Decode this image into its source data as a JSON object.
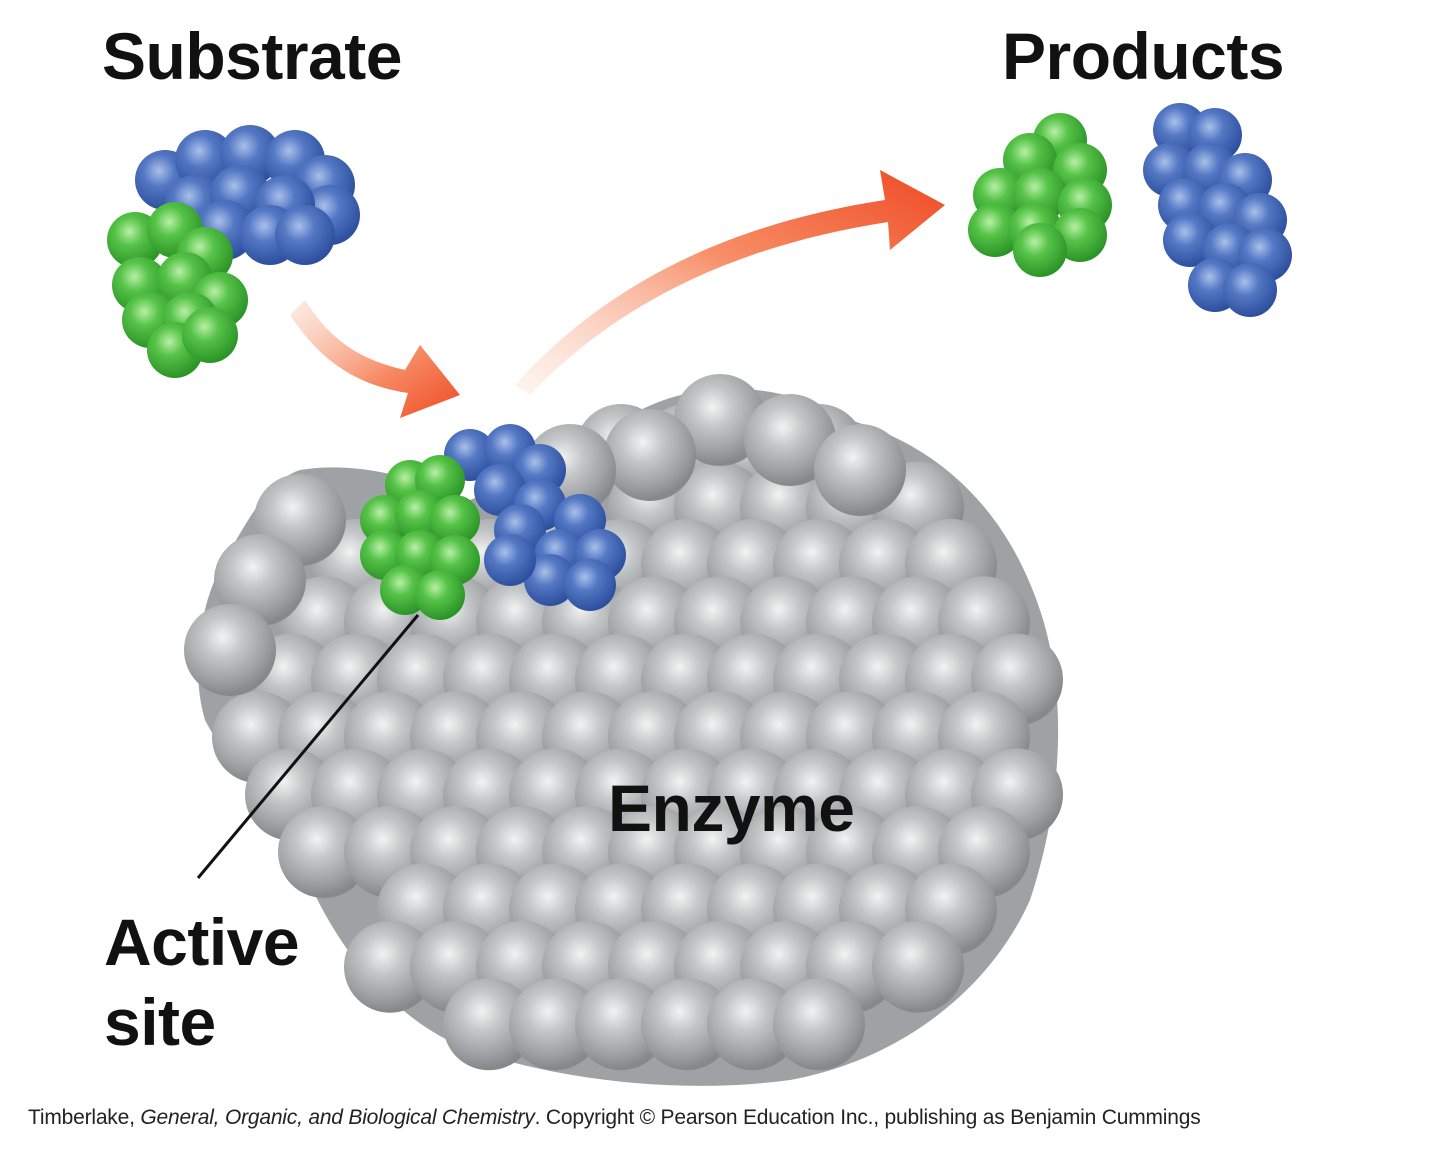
{
  "labels": {
    "substrate": "Substrate",
    "products": "Products",
    "enzyme": "Enzyme",
    "active_site_line1": "Active",
    "active_site_line2": "site"
  },
  "caption": {
    "author": "Timberlake, ",
    "book_title": "General, Organic, and Biological Chemistry",
    "period": ".",
    "copyright": "  Copyright © Pearson Education Inc., publishing as Benjamin Cummings"
  },
  "colors": {
    "substrate_green": "#3fae3a",
    "substrate_blue": "#3f63b3",
    "enzyme_gray": "#9ea3a5",
    "arrow_orange": "#f0552f",
    "leader_line": "#111111",
    "text": "#111111"
  }
}
